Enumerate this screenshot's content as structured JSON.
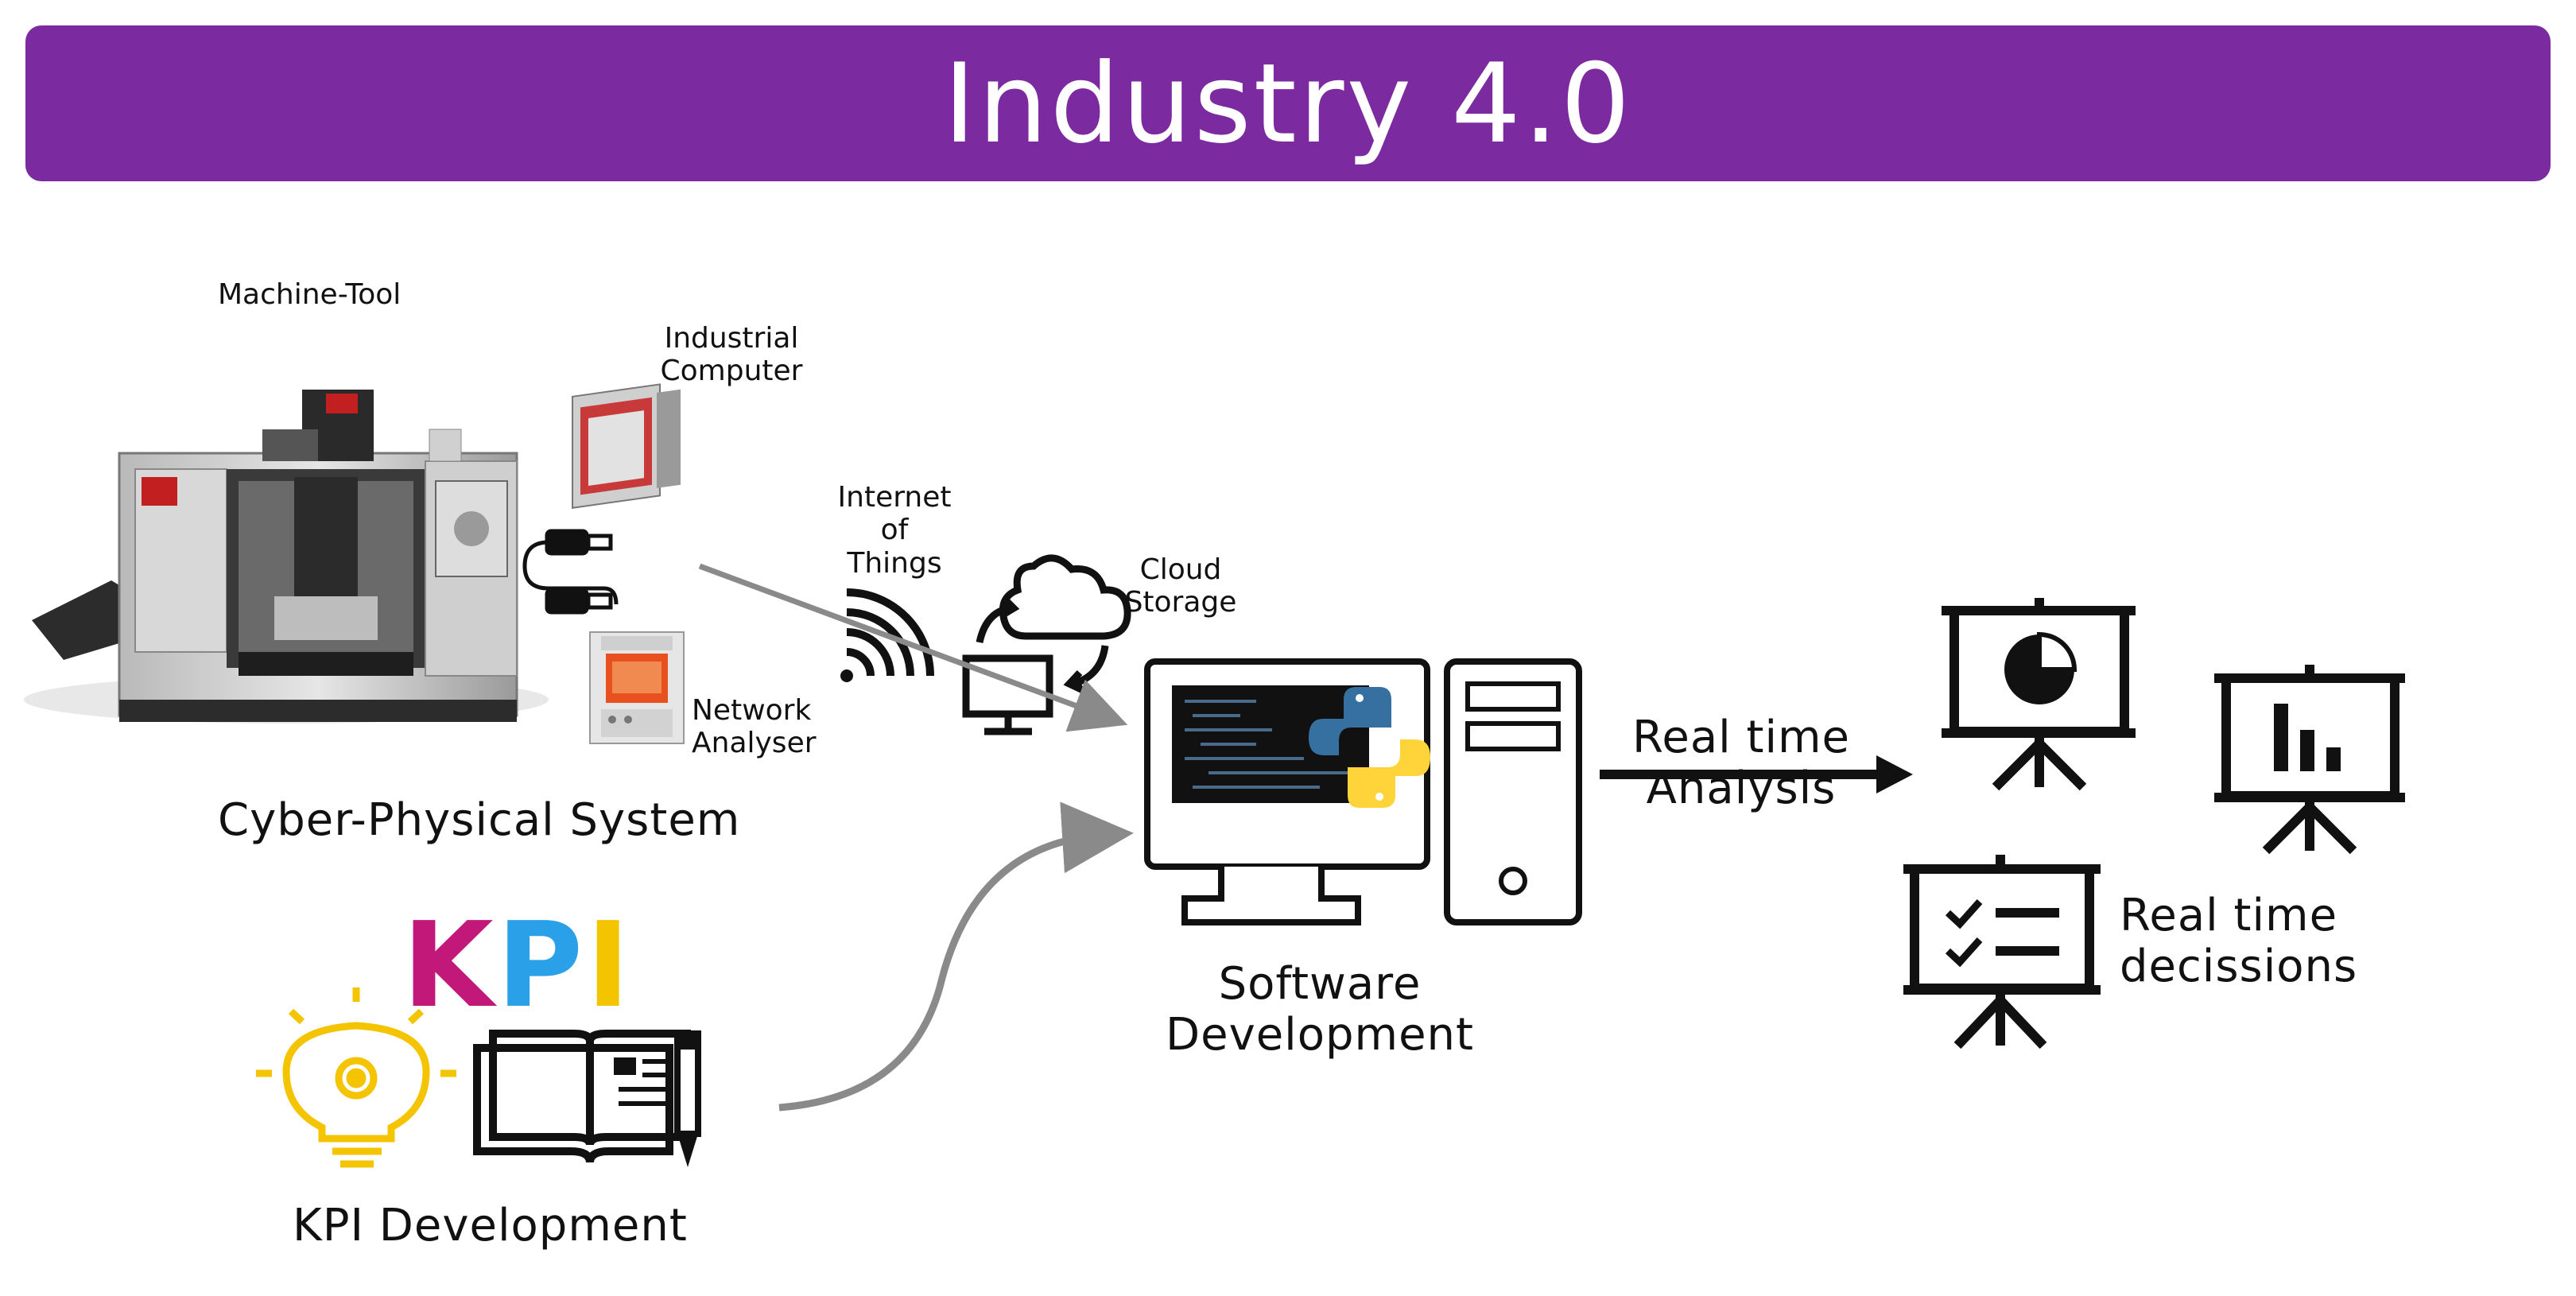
{
  "title": "Industry 4.0",
  "colors": {
    "title_bg": "#7b2aa0",
    "kpi_k": "#c2187a",
    "kpi_p": "#2aa0e8",
    "kpi_i": "#f2c500",
    "bulb": "#f5c400",
    "arrow_grey": "#8a8a8a",
    "python_blue": "#3670a0",
    "python_yellow": "#ffd43b",
    "energy_meter_display": "#e85020"
  },
  "labels": {
    "machine_tool": "Machine-Tool",
    "industrial_computer_line1": "Industrial",
    "industrial_computer_line2": "Computer",
    "iot_line1": "Internet",
    "iot_line2": "of",
    "iot_line3": "Things",
    "cloud_line1": "Cloud",
    "cloud_line2": "Storage",
    "network_analyser_line1": "Network",
    "network_analyser_line2": "Analyser",
    "cyber_physical": "Cyber-Physical System",
    "software_line1": "Software",
    "software_line2": "Development",
    "realtime_analysis_line1": "Real time",
    "realtime_analysis_line2": "Analysis",
    "realtime_decisions_line1": "Real time",
    "realtime_decisions_line2": "decissions",
    "kpi_development": "KPI Development"
  },
  "kpi_logo": {
    "k": "K",
    "p": "P",
    "i": "I"
  },
  "icons": [
    "machine-tool-image",
    "industrial-computer-image",
    "usb-cable-icon",
    "energy-meter-image",
    "wireless-signal-icon",
    "monitor-sync-icon",
    "cloud-icon",
    "python-logo",
    "desktop-computer-icon",
    "pie-chart-presentation-icon",
    "bar-chart-presentation-icon",
    "checklist-presentation-icon",
    "lightbulb-gear-icon",
    "open-book-icon",
    "pencil-icon"
  ]
}
